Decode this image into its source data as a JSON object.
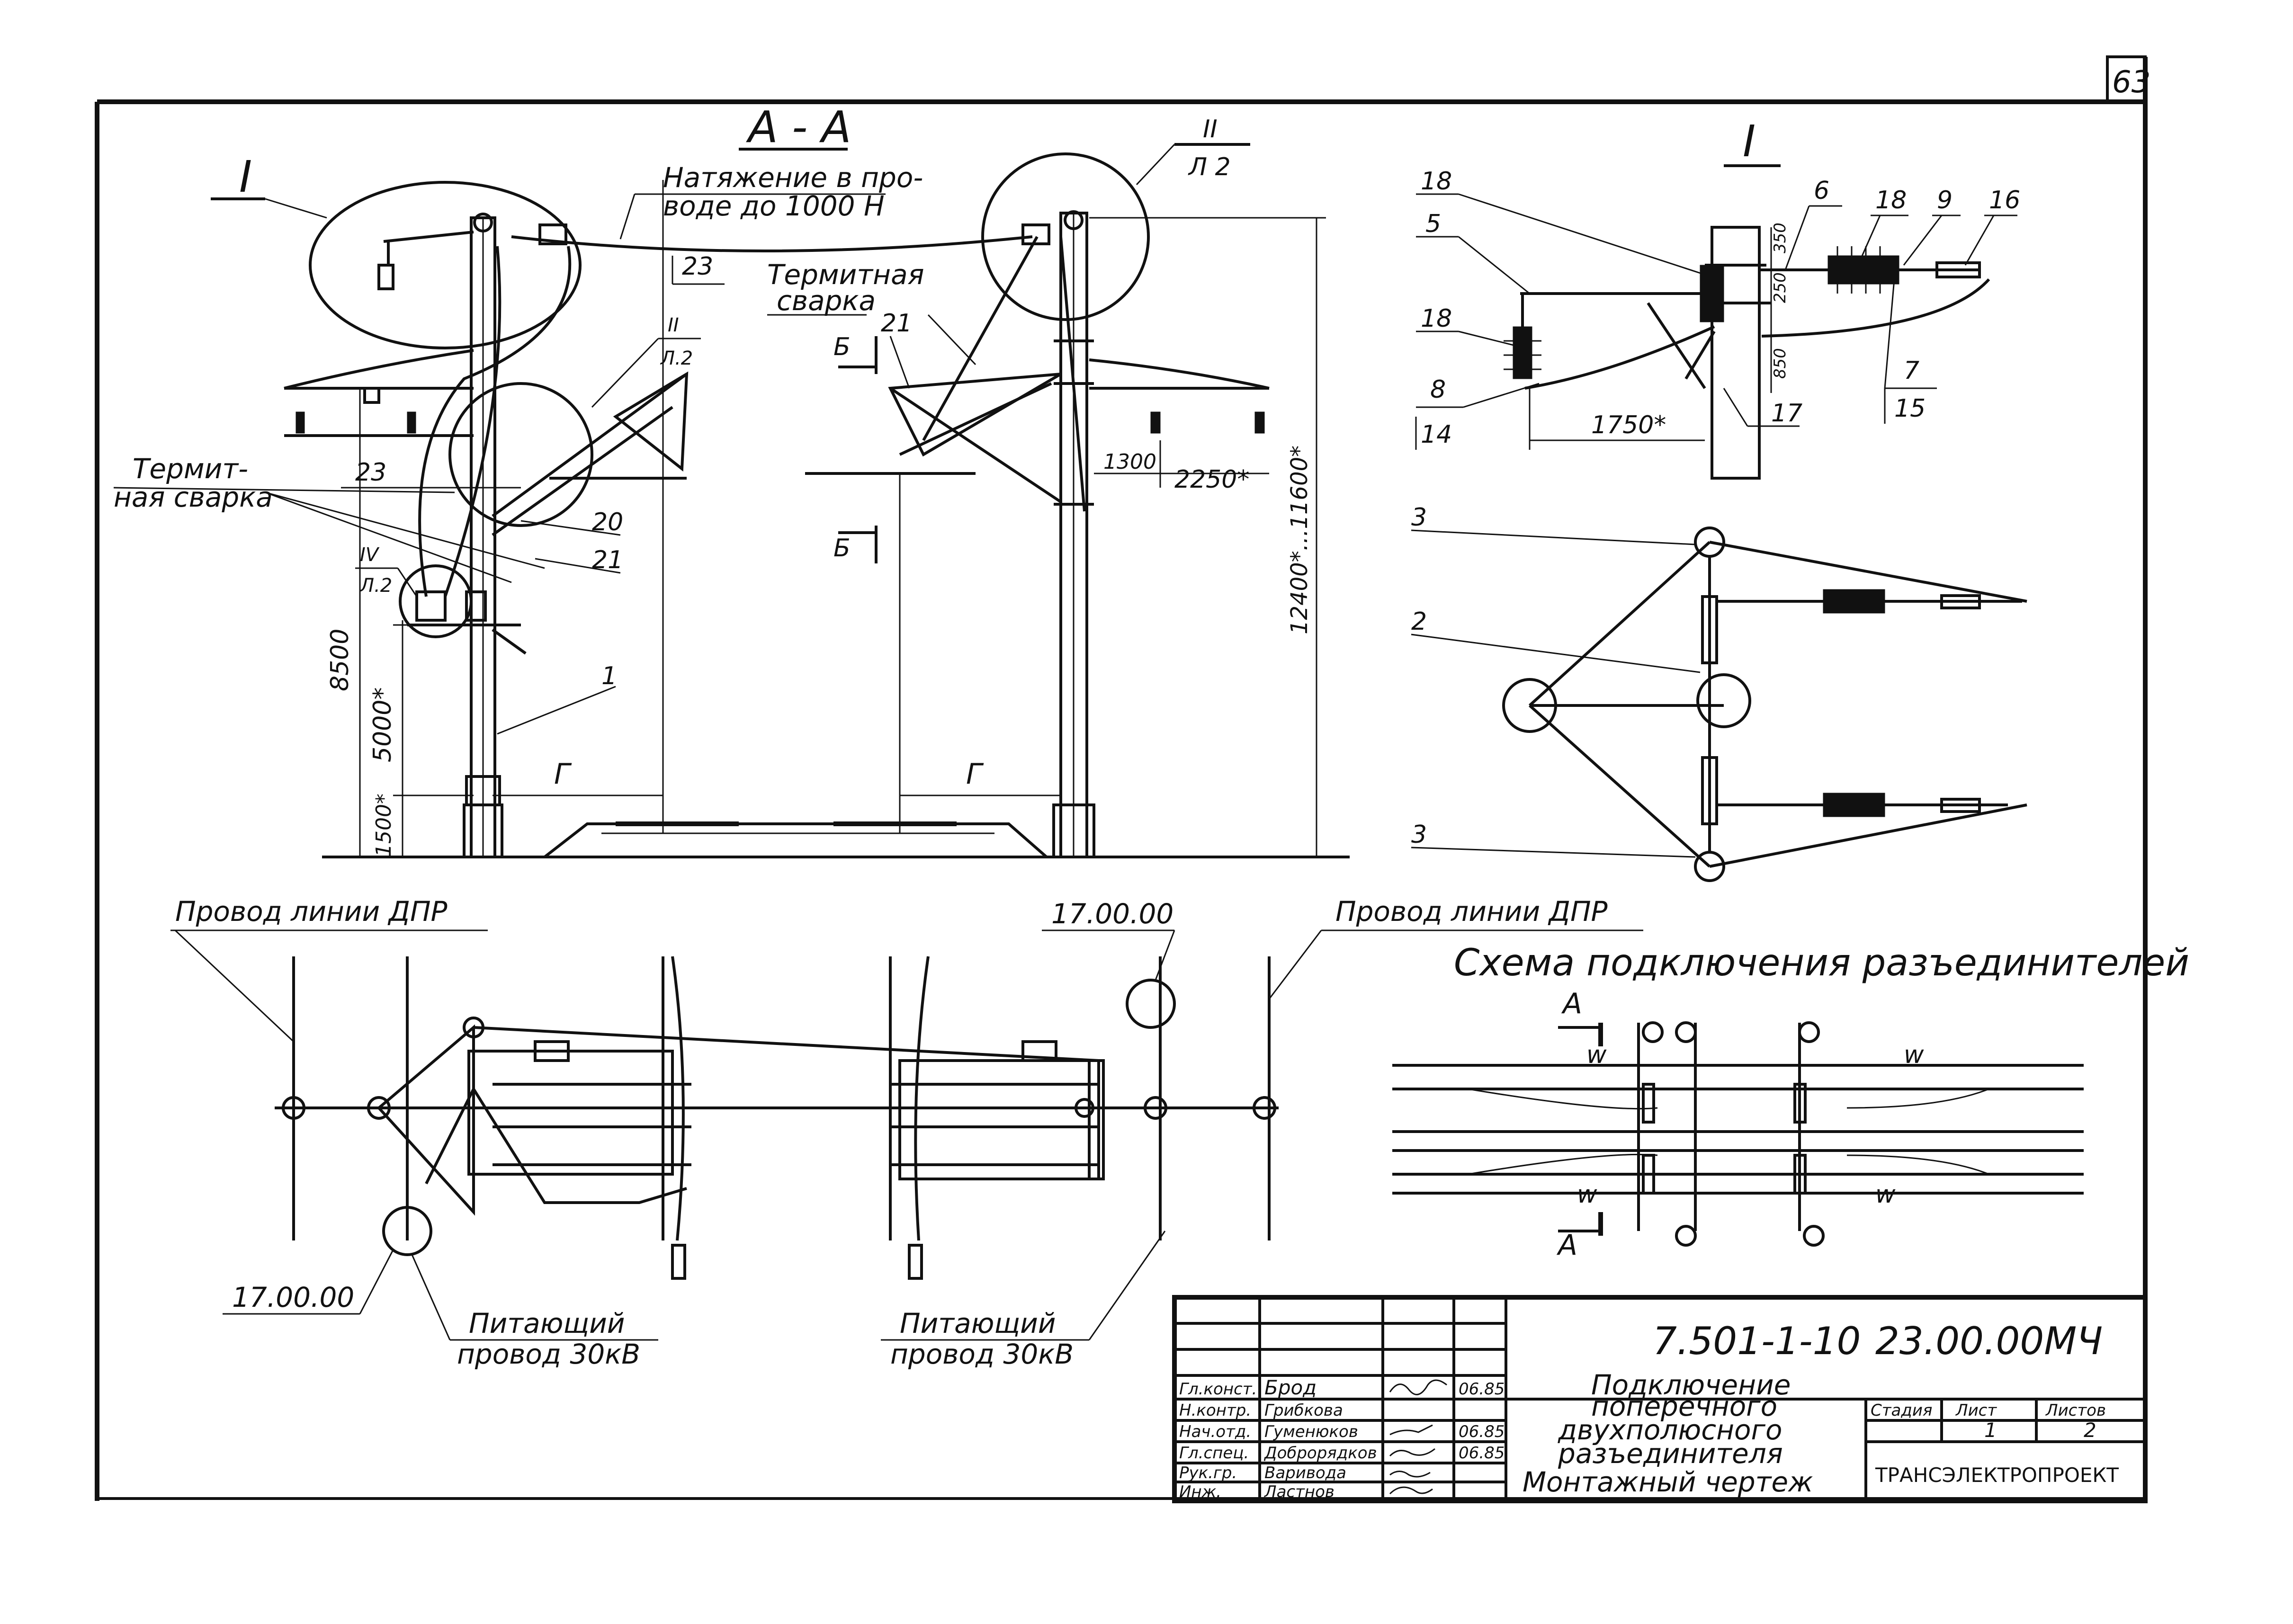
{
  "sheet_number": "63",
  "section_label": "А - А",
  "detail_i": "I",
  "detail_ii_top": "II",
  "detail_ii_bottom": "Л 2",
  "tension_note_line1": "Натяжение в про-",
  "tension_note_line2": "воде до 1000 Н",
  "thermit_weld_1": "Термитная",
  "thermit_weld_2": "сварка",
  "thermit_weld_left_1": "Термит-",
  "thermit_weld_left_2": "ная сварка",
  "ref_ii_a": "II",
  "ref_ii_b": "Л.2",
  "ref_iv_a": "IV",
  "ref_iv_b": "Л.2",
  "cut_b": "Б",
  "g_label": "Г",
  "pos": {
    "p1": "1",
    "p2": "2",
    "p3": "3",
    "p5": "5",
    "p6": "6",
    "p7": "7",
    "p8": "8",
    "p9": "9",
    "p14": "14",
    "p15": "15",
    "p16": "16",
    "p17": "17",
    "p18": "18",
    "p20": "20",
    "p21": "21",
    "p23": "23"
  },
  "dims": {
    "d8500": "8500",
    "d5000": "5000*",
    "d1500": "1500*",
    "d1300": "1300",
    "d2250": "2250*",
    "d12400": "12400*...11600*",
    "d1750": "1750*",
    "d350": "350",
    "d250": "250",
    "d850": "850"
  },
  "plan": {
    "dpr_left": "Провод линии ДПР",
    "dpr_right": "Провод линии ДПР",
    "ref_170000_top": "17.00.00",
    "ref_170000_bottom": "17.00.00",
    "feeder_left_1": "Питающий",
    "feeder_left_2": "провод 30кВ",
    "feeder_right_1": "Питающий",
    "feeder_right_2": "провод 30кВ"
  },
  "scheme": {
    "title": "Схема подключения разъединителей",
    "cut_a": "А",
    "w": "w"
  },
  "title_block": {
    "doc_code": "7.501-1-10",
    "doc_ref": "23.00.00МЧ",
    "roles": [
      "Гл.конст.",
      "Н.контр.",
      "Нач.отд.",
      "Гл.спец.",
      "Рук.гр.",
      "Инж."
    ],
    "names": [
      "Брод",
      "Грибкова",
      "Гуменюков",
      "Доброрядков",
      "Вариводa",
      "Ластнов"
    ],
    "dates": [
      "06.85",
      "",
      "06.85",
      "06.85",
      "",
      ""
    ],
    "title_lines": [
      "Подключение",
      "поперечного",
      "двухполюсного",
      "разъединителя",
      "Монтажный чертеж"
    ],
    "stage_header": "Стадия",
    "sheet_header": "Лист",
    "sheets_header": "Листов",
    "sheet_value": "1",
    "sheets_value": "2",
    "organization": "ТРАНСЭЛЕКТРОПРОЕКТ"
  }
}
